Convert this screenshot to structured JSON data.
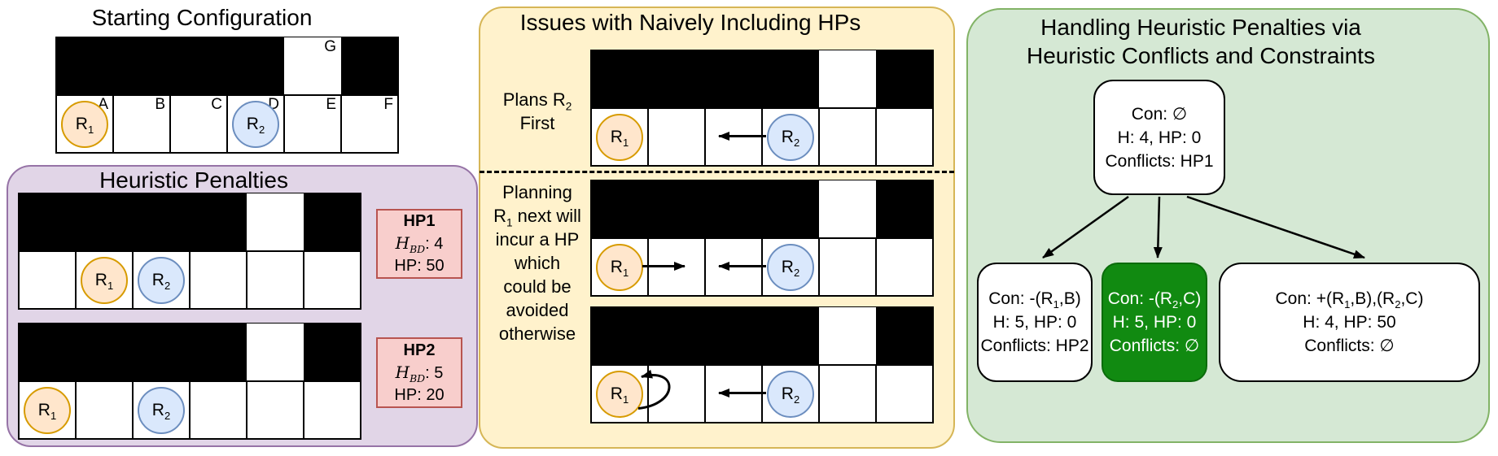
{
  "colors": {
    "r1_fill": "#FFE6CC",
    "r1_stroke": "#D79B00",
    "r2_fill": "#DAE8FC",
    "r2_stroke": "#6C8EBF",
    "purple_fill": "#E1D5E7",
    "purple_stroke": "#9673A6",
    "yellow_fill": "#FFF2CC",
    "yellow_stroke": "#D6B656",
    "green_fill": "#D5E8D4",
    "green_stroke": "#82B366",
    "hp_fill": "#F8CECC",
    "hp_stroke": "#B85450",
    "node_green_fill": "#118A11",
    "node_green_stroke": "#0B6B0B"
  },
  "starting": {
    "title": "Starting Configuration",
    "grid": {
      "white_top_cell": 4,
      "top_label": "G",
      "cell_labels": [
        "A",
        "B",
        "C",
        "D",
        "E",
        "F"
      ],
      "robots": [
        {
          "id": "r1",
          "base": "R",
          "sub": "1",
          "cell": 0
        },
        {
          "id": "r2",
          "base": "R",
          "sub": "2",
          "cell": 3
        }
      ]
    }
  },
  "penalties": {
    "title": "Heuristic Penalties",
    "grids": {
      "hp1": {
        "white_top_cell": 4,
        "robots": [
          {
            "id": "r1",
            "base": "R",
            "sub": "1",
            "cell": 1
          },
          {
            "id": "r2",
            "base": "R",
            "sub": "2",
            "cell": 2
          }
        ]
      },
      "hp2": {
        "white_top_cell": 4,
        "robots": [
          {
            "id": "r1",
            "base": "R",
            "sub": "1",
            "cell": 0
          },
          {
            "id": "r2",
            "base": "R",
            "sub": "2",
            "cell": 2
          }
        ]
      }
    },
    "hp_boxes": [
      {
        "name": "HP1",
        "h_line": [
          {
            "i": "H"
          },
          {
            "is": "BD"
          },
          {
            "t": ": 4"
          }
        ],
        "hp_line": "HP: 50"
      },
      {
        "name": "HP2",
        "h_line": [
          {
            "i": "H"
          },
          {
            "is": "BD"
          },
          {
            "t": ": 5"
          }
        ],
        "hp_line": "HP: 20"
      }
    ]
  },
  "issues": {
    "title": "Issues with Naively Including HPs",
    "label_plans": [
      [
        {
          "t": "Plans R"
        },
        {
          "s": "2"
        }
      ],
      [
        {
          "t": "First"
        }
      ]
    ],
    "label_planning": [
      [
        {
          "t": "Planning"
        }
      ],
      [
        {
          "t": "R"
        },
        {
          "s": "1"
        },
        {
          "t": " next will"
        }
      ],
      [
        {
          "t": "incur a HP"
        }
      ],
      [
        {
          "t": "which"
        }
      ],
      [
        {
          "t": "could be"
        }
      ],
      [
        {
          "t": "avoided"
        }
      ],
      [
        {
          "t": "otherwise"
        }
      ]
    ],
    "grids": {
      "issue1": {
        "white_top_cell": 4,
        "robots": [
          {
            "id": "r1",
            "base": "R",
            "sub": "1",
            "cell": 0
          },
          {
            "id": "r2",
            "base": "R",
            "sub": "2",
            "cell": 3,
            "arrow": "left"
          }
        ]
      },
      "issue2": {
        "white_top_cell": 4,
        "robots": [
          {
            "id": "r1",
            "base": "R",
            "sub": "1",
            "cell": 0,
            "arrow": "right"
          },
          {
            "id": "r2",
            "base": "R",
            "sub": "2",
            "cell": 3,
            "arrow": "left"
          }
        ]
      },
      "issue3": {
        "white_top_cell": 4,
        "robots": [
          {
            "id": "r1",
            "base": "R",
            "sub": "1",
            "cell": 0,
            "arrow": "loop"
          },
          {
            "id": "r2",
            "base": "R",
            "sub": "2",
            "cell": 3,
            "arrow": "left"
          }
        ]
      }
    }
  },
  "handling": {
    "title_line1": "Handling Heuristic Penalties via",
    "title_line2": "Heuristic Conflicts and Constraints",
    "root": {
      "lines": [
        [
          {
            "t": "Con: ∅"
          }
        ],
        [
          {
            "t": "H: 4, HP: 0"
          }
        ],
        [
          {
            "t": "Conflicts: HP1"
          }
        ]
      ]
    },
    "child_left": {
      "lines": [
        [
          {
            "t": "Con: -(R"
          },
          {
            "s": "1"
          },
          {
            "t": ",B)"
          }
        ],
        [
          {
            "t": "H: 5, HP: 0"
          }
        ],
        [
          {
            "t": "Conflicts: HP2"
          }
        ]
      ]
    },
    "child_mid": {
      "lines": [
        [
          {
            "t": "Con: -(R"
          },
          {
            "s": "2"
          },
          {
            "t": ",C)"
          }
        ],
        [
          {
            "t": "H: 5, HP: 0"
          }
        ],
        [
          {
            "t": "Conflicts: ∅"
          }
        ]
      ]
    },
    "child_right": {
      "lines": [
        [
          {
            "t": "Con: +(R"
          },
          {
            "s": "1"
          },
          {
            "t": ",B),(R"
          },
          {
            "s": "2"
          },
          {
            "t": ",C)"
          }
        ],
        [
          {
            "t": "H: 4, HP: 50"
          }
        ],
        [
          {
            "t": "Conflicts: ∅"
          }
        ]
      ]
    }
  }
}
